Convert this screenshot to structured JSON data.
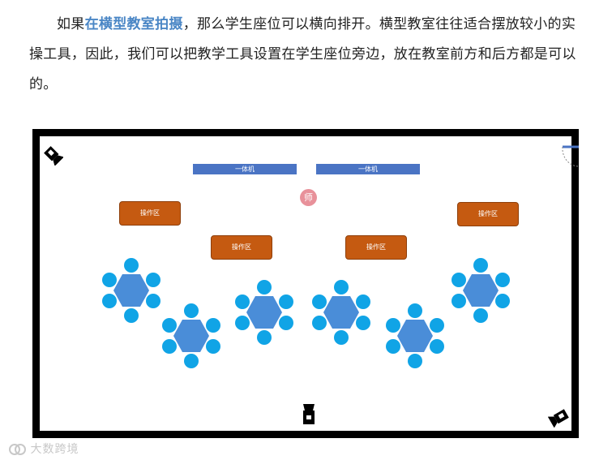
{
  "paragraph": {
    "prefix": "如果",
    "highlight": "在横型教室拍摄",
    "rest": "，那么学生座位可以横向排开。横型教室往往适合摆放较小的实操工具，因此，我们可以把教学工具设置在学生座位旁边，放在教室前方和后方都是可以的。"
  },
  "diagram": {
    "screens": [
      "一体机",
      "一体机"
    ],
    "zones": [
      "操作区",
      "操作区",
      "操作区",
      "操作区"
    ],
    "teacher": "师"
  },
  "watermark": "大数跨境",
  "colors": {
    "highlight": "#4a86c5",
    "screen": "#4a74c4",
    "zone": "#c55a11",
    "seat": "#10a4e6",
    "table": "#4a8dd8",
    "teacher": "#e8919a"
  },
  "icons": [
    "camera-icon",
    "door-icon"
  ]
}
